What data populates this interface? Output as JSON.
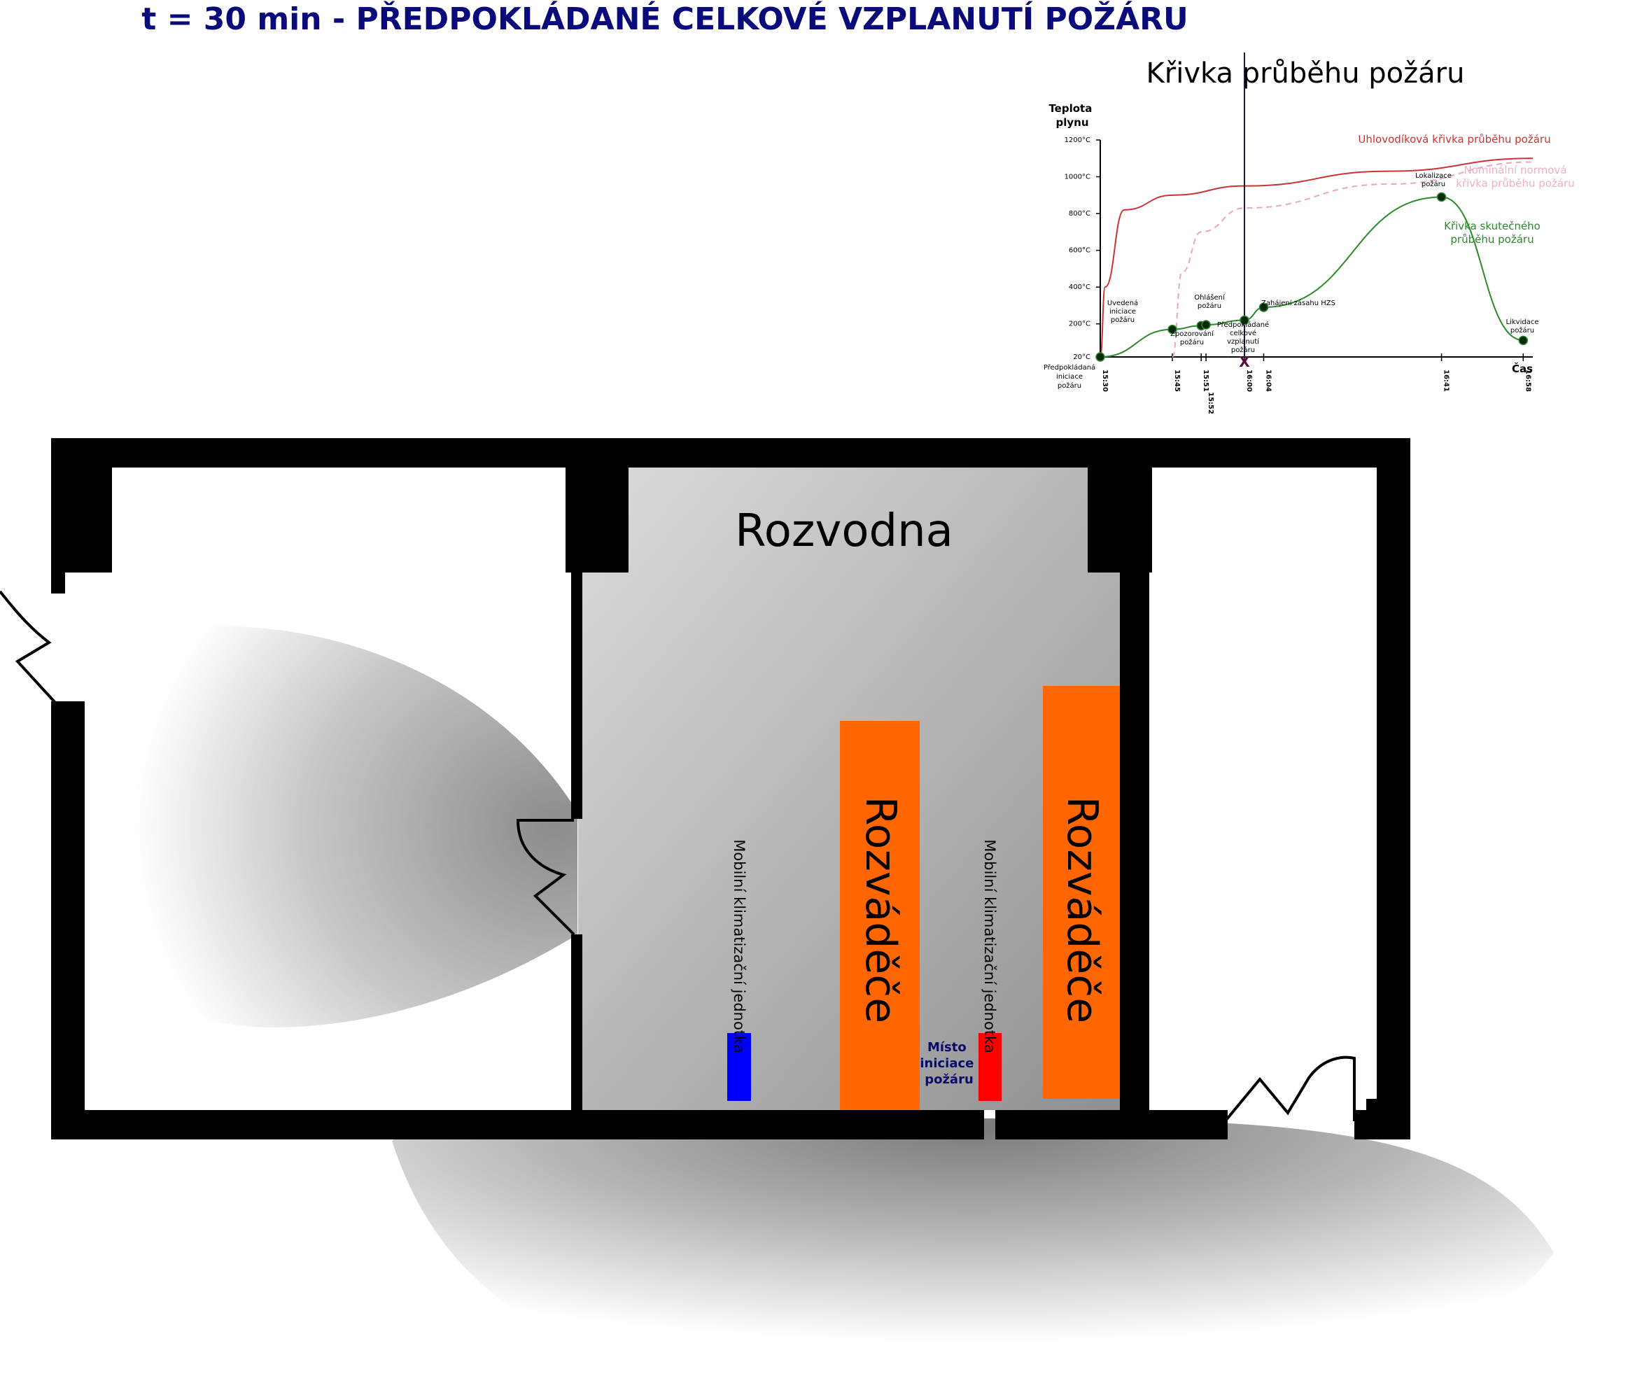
{
  "title": "t = 30 min -  PŘEDPOKLÁDANÉ CELKOVÉ VZPLANUTÍ POŽÁRU",
  "chart": {
    "heading": "Křivka průběhu požáru",
    "ylabel": "Teplota plynu",
    "xlabel": "Čas",
    "ytick_labels": [
      "20°C",
      "200°C",
      "400°C",
      "600°C",
      "800°C",
      "1000°C",
      "1200°C"
    ],
    "xtick_labels": [
      "15:30",
      "15:45",
      "15:51",
      "15:52",
      "16:00",
      "16:04",
      "16:41",
      "16:58"
    ],
    "origin_note": "Předpokládaná iniciace požáru",
    "event_labels": {
      "uvedena_iniciace": "Uvedená iniciace požáru",
      "zpozorovani": "Zpozorování požáru",
      "ohlaseni": "Ohlášení požáru",
      "predpokladane_vzplanuti": "Předpokládané celkové vzplanutí požáru",
      "zahajeni_zasahu": "Zahájení zásahu HZS",
      "lokalizace": "Lokalizace požáru",
      "likvidace": "Likvidace požáru"
    },
    "marker_symbol": "X",
    "current_time": "16:00"
  },
  "chart_data": {
    "type": "line",
    "title": "Křivka průběhu požáru",
    "xlabel": "Čas",
    "ylabel": "Teplota plynu",
    "ylim": [
      20,
      1200
    ],
    "x_ticks": [
      "15:30",
      "15:45",
      "15:51",
      "15:52",
      "16:00",
      "16:04",
      "16:41",
      "16:58"
    ],
    "series": [
      {
        "name": "Uhlovodíková křivka průběhu požáru",
        "color": "#cc3333",
        "x": [
          "15:30",
          "15:31",
          "15:35",
          "15:45",
          "16:00",
          "16:30",
          "17:00"
        ],
        "values": [
          20,
          400,
          820,
          900,
          950,
          1030,
          1100
        ]
      },
      {
        "name": "Nominální normová křivka průběhu požáru",
        "color": "#e8a8b8",
        "dashed": true,
        "x": [
          "15:45",
          "15:47",
          "15:51",
          "16:00",
          "16:30",
          "17:00"
        ],
        "values": [
          20,
          480,
          700,
          830,
          960,
          1080
        ]
      },
      {
        "name": "Křivka skutečného průběhu požáru",
        "color": "#2a8a2a",
        "x": [
          "15:30",
          "15:45",
          "15:51",
          "15:52",
          "16:00",
          "16:04",
          "16:41",
          "16:58"
        ],
        "values": [
          20,
          170,
          190,
          195,
          220,
          290,
          890,
          110
        ]
      }
    ],
    "events": [
      {
        "label": "Předpokládaná iniciace požáru",
        "x": "15:30",
        "y": 20
      },
      {
        "label": "Uvedená iniciace požáru",
        "x": "15:45",
        "y": 170
      },
      {
        "label": "Zpozorování požáru",
        "x": "15:51",
        "y": 190
      },
      {
        "label": "Ohlášení požáru",
        "x": "15:52",
        "y": 195
      },
      {
        "label": "Předpokládané celkové vzplanutí požáru",
        "x": "16:00",
        "y": 220
      },
      {
        "label": "Zahájení zásahu HZS",
        "x": "16:04",
        "y": 290
      },
      {
        "label": "Lokalizace požáru",
        "x": "16:41",
        "y": 890
      },
      {
        "label": "Likvidace požáru",
        "x": "16:58",
        "y": 110
      }
    ]
  },
  "plan": {
    "room_label": "Rozvodna",
    "cabinet_label": "Rozváděče",
    "ac_unit_label": "Mobilní klimatizační jednotka",
    "ignition_label": "Místo iniciace požáru",
    "colors": {
      "cabinet": "#ff6600",
      "ac_unit_cool": "#0000ff",
      "ac_unit_fire": "#ff0000",
      "wall": "#000000",
      "ignition_text": "#0a0a6a"
    }
  }
}
